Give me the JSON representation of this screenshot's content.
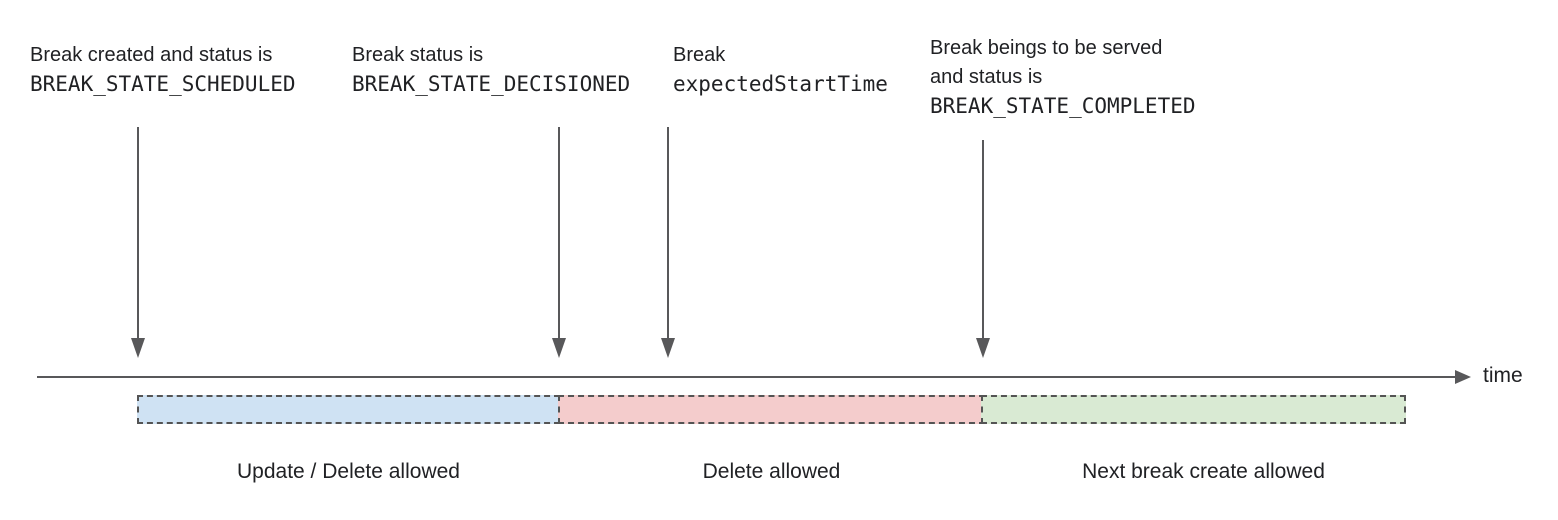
{
  "diagram": {
    "annotations": [
      {
        "name": "break-scheduled",
        "lines": [
          "Break created and status is",
          "BREAK_STATE_SCHEDULED"
        ]
      },
      {
        "name": "break-decisioned",
        "lines": [
          "Break status is",
          "BREAK_STATE_DECISIONED"
        ]
      },
      {
        "name": "break-expected-start-time",
        "lines": [
          "Break",
          "expectedStartTime"
        ]
      },
      {
        "name": "break-completed",
        "lines": [
          "Break beings to be served",
          "and status is",
          "BREAK_STATE_COMPLETED"
        ]
      }
    ],
    "timeline": {
      "axis_label": "time"
    },
    "segments": [
      {
        "label": "Update / Delete allowed",
        "fill": "#cfe2f3"
      },
      {
        "label": "Delete allowed",
        "fill": "#f4cccc"
      },
      {
        "label": "Next break create allowed",
        "fill": "#d9ead3"
      }
    ],
    "colors": {
      "text": "#202124",
      "arrow": "#58585a",
      "dashed_border": "#545454"
    }
  }
}
